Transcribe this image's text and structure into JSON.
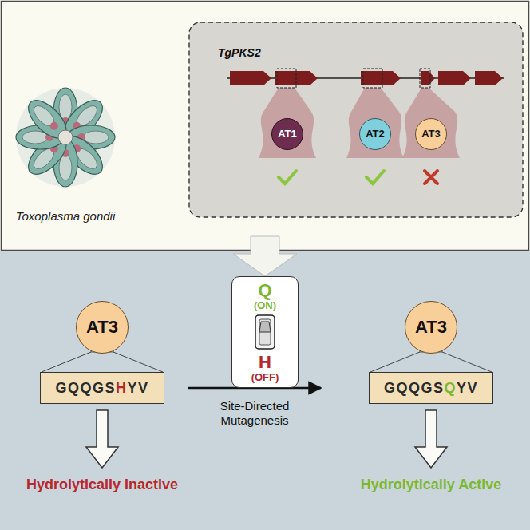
{
  "diagram": {
    "nodes": [
      {
        "text": [
          "TgPKS2"
        ]
      },
      {
        "text": [
          "AT1"
        ],
        "in": 0
      },
      {
        "text": [
          "AT2"
        ],
        "in": 0
      },
      {
        "text": [
          "AT3"
        ],
        "in": 0
      },
      {
        "text": [
          "AT3"
        ]
      },
      {
        "text": [
          "GQQGSHYV"
        ]
      },
      {
        "text": [
          "Q",
          "(ON)",
          "H",
          "(OFF)"
        ]
      },
      {
        "text": [
          "AT3"
        ]
      },
      {
        "text": [
          "GQQGSQYV"
        ]
      }
    ],
    "edges": [
      {
        "from": 5,
        "to": 8,
        "arrow": "to",
        "label": "Site-Directed Mutagenesis"
      }
    ],
    "labels": [
      "Toxoplasma gondii",
      "Hydrolytically Inactive",
      "Hydrolytically Active"
    ]
  }
}
